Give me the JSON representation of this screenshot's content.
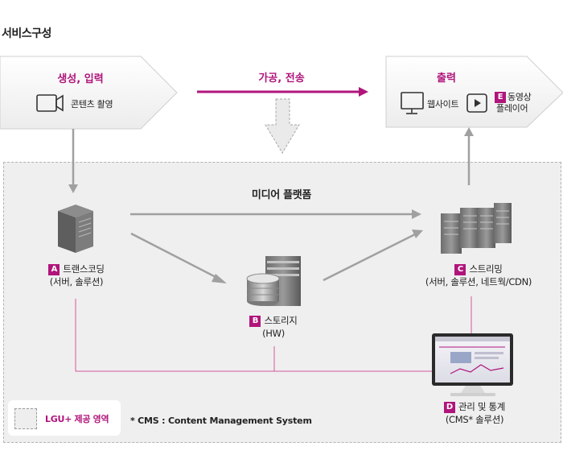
{
  "title": "서비스구성",
  "input_box": {
    "title": "생성, 입력",
    "item": "콘텐츠 촬영"
  },
  "transfer_label": "가공, 전송",
  "output_box": {
    "title": "출력",
    "web_label": "웹사이트",
    "video_badge": "E",
    "video_label_1": "동영상",
    "video_label_2": "플레이어"
  },
  "platform_title": "미디어 플랫폼",
  "nodes": {
    "transcoding": {
      "badge": "A",
      "label": "트랜스코딩",
      "sub": "(서버, 솔루션)"
    },
    "storage": {
      "badge": "B",
      "label": "스토리지",
      "sub": "(HW)"
    },
    "streaming": {
      "badge": "C",
      "label": "스트리밍",
      "sub": "(서버, 솔루션, 네트웍/CDN)"
    },
    "management": {
      "badge": "D",
      "label": "관리 및 통계",
      "sub": "(CMS* 솔루션)"
    }
  },
  "legend": {
    "label": "LGU+ 제공 영역"
  },
  "footnote": "* CMS : Content Management System",
  "colors": {
    "accent": "#b0157b",
    "arrow_gray": "#a0a0a0",
    "platform_bg": "#efefef"
  }
}
